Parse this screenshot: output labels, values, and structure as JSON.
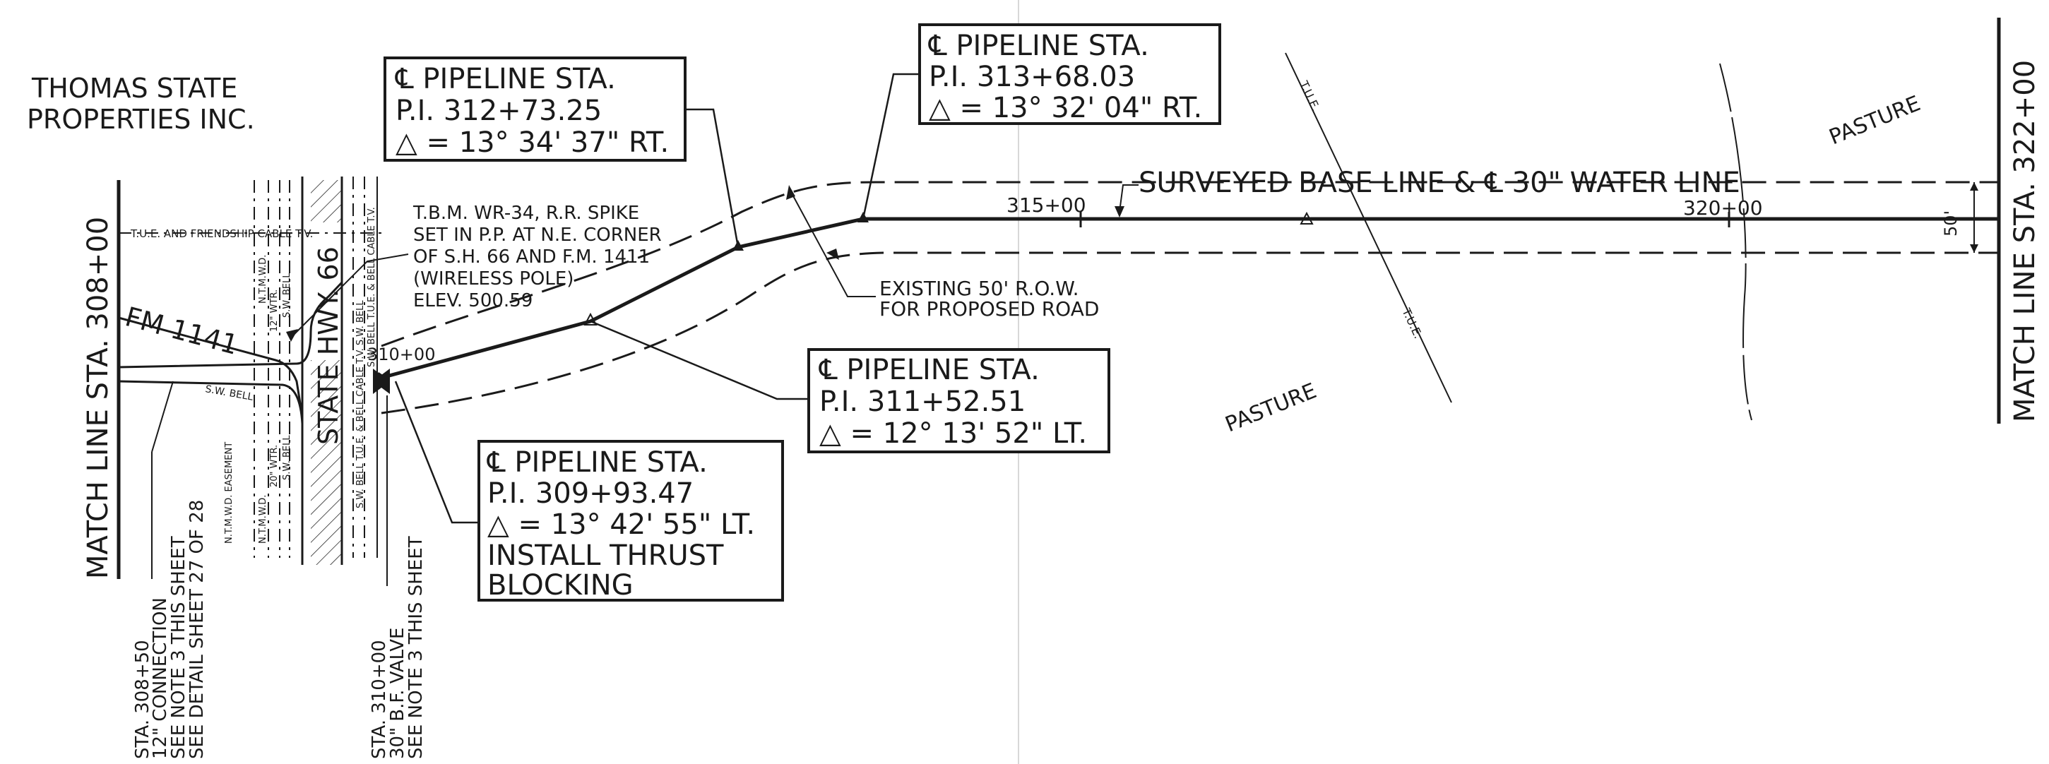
{
  "owner": {
    "line1": "THOMAS STATE",
    "line2": "PROPERTIES INC."
  },
  "match_lines": {
    "left": "MATCH LINE   STA. 308+00",
    "right": "MATCH LINE   STA. 322+00"
  },
  "pi_labels": [
    {
      "id": "pi-312",
      "title": "℄ PIPELINE STA.",
      "pi": "P.I. 312+73.25",
      "delta": "△ = 13° 34' 37\" RT."
    },
    {
      "id": "pi-313",
      "title": "℄ PIPELINE STA.",
      "pi": "P.I. 313+68.03",
      "delta": "△ = 13° 32' 04\" RT."
    },
    {
      "id": "pi-311",
      "title": "℄ PIPELINE STA.",
      "pi": "P.I. 311+52.51",
      "delta": "△ = 12° 13' 52\" LT."
    },
    {
      "id": "pi-309",
      "title": "℄ PIPELINE STA.",
      "pi": "P.I. 309+93.47",
      "delta": "△ = 13° 42' 55\" LT.",
      "note1": "INSTALL THRUST",
      "note2": "BLOCKING"
    }
  ],
  "tbm_note": {
    "line1": "T.B.M. WR-34, R.R. SPIKE",
    "line2": "SET IN P.P. AT N.E. CORNER",
    "line3": "OF S.H. 66 AND F.M. 1411",
    "line4": "(WIRELESS POLE)",
    "line5": "ELEV. 500.59"
  },
  "row_note": {
    "line1": "EXISTING 50' R.O.W.",
    "line2": "FOR PROPOSED ROAD"
  },
  "baseline_label": "SURVEYED BASE LINE & ℄ 30\" WATER LINE",
  "stations": {
    "s310": "310+00",
    "s315": "315+00",
    "s320": "320+00"
  },
  "dimension": "50'",
  "pasture_labels": [
    "PASTURE",
    "PASTURE"
  ],
  "tue": "T.U.E.",
  "roads": {
    "fm": "FM 1141",
    "state_hwy": "STATE HWY. 66"
  },
  "utilities": {
    "top_line": "T.U.E. AND FRIENDSHIP CABLE T.V.",
    "ntmwd1": "N.T.M.W.D.",
    "wtr12": "12\" WTR.",
    "swbell1": "S.W. BELL",
    "ntmwd2": "N.T.M.W.D.",
    "wtr20": "20\" WTR.",
    "swbell2": "S.W. BELL",
    "easement": "N.T.M.W.D. EASEMENT",
    "swbell_row": "S.W. BELL",
    "right_row": "S.W. BELL T.U.E. & BELL CABLE T.V. S.W. BELL",
    "right_row2": "S.W. BELL T.U.E. & BELL CABLE T.V."
  },
  "bottom_notes": {
    "sta308": [
      "STA. 308+50",
      "12\" CONNECTION",
      "SEE NOTE 3 THIS SHEET",
      "SEE DETAIL SHEET 27 OF 28"
    ],
    "sta310": [
      "STA. 310+00",
      "30\" B.F. VALVE",
      "SEE NOTE 3 THIS SHEET"
    ]
  }
}
